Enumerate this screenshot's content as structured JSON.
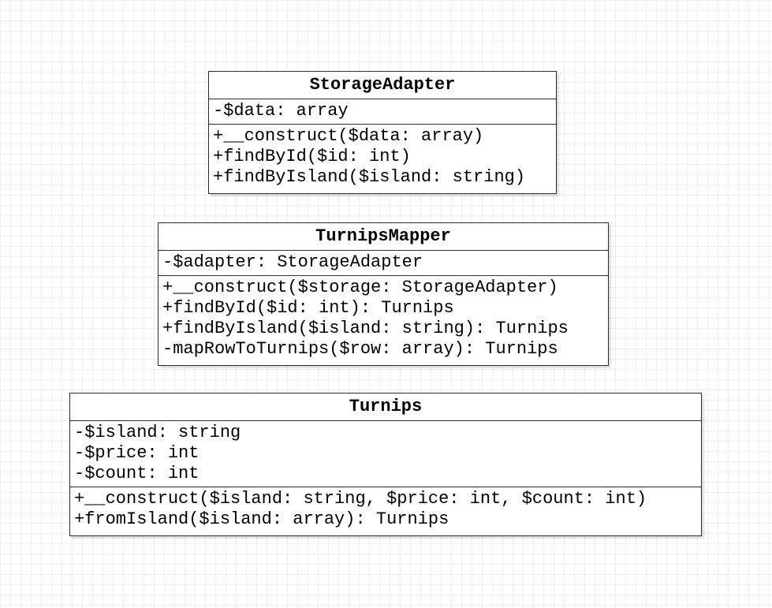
{
  "classes": [
    {
      "name": "StorageAdapter",
      "attributes": [
        "-$data: array"
      ],
      "methods": [
        "+__construct($data: array)",
        "+findById($id: int)",
        "+findByIsland($island: string)"
      ]
    },
    {
      "name": "TurnipsMapper",
      "attributes": [
        "-$adapter: StorageAdapter"
      ],
      "methods": [
        "+__construct($storage: StorageAdapter)",
        "+findById($id: int): Turnips",
        "+findByIsland($island: string): Turnips",
        "-mapRowToTurnips($row: array): Turnips"
      ]
    },
    {
      "name": "Turnips",
      "attributes": [
        "-$island: string",
        "-$price: int",
        "-$count: int"
      ],
      "methods": [
        "+__construct($island: string, $price: int, $count: int)",
        "+fromIsland($island: array): Turnips"
      ]
    }
  ],
  "colors": {
    "border": "#2b2b2b",
    "background": "#ffffff",
    "grid": "#eeeeee"
  }
}
